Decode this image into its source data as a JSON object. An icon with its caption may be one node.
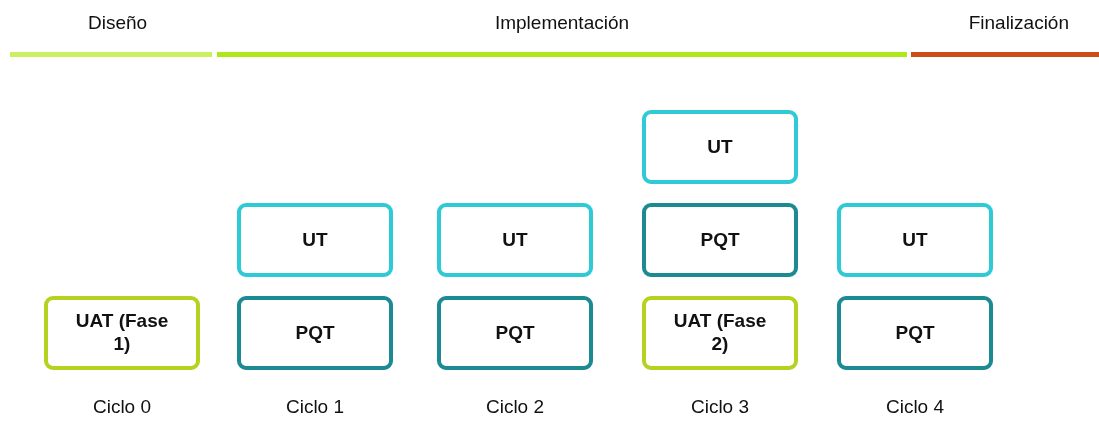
{
  "diagram": {
    "nodes": [
      {
        "text": [
          "Diseño"
        ]
      },
      {
        "text": [
          "Implementación"
        ]
      },
      {
        "text": [
          "Finalización"
        ]
      },
      {
        "text": [
          "UT"
        ]
      },
      {
        "text": [
          "UT"
        ]
      },
      {
        "text": [
          "UT"
        ]
      },
      {
        "text": [
          "PQT"
        ]
      },
      {
        "text": [
          "UT"
        ]
      },
      {
        "text": [
          "UAT (Fase 1)"
        ]
      },
      {
        "text": [
          "PQT"
        ]
      },
      {
        "text": [
          "PQT"
        ]
      },
      {
        "text": [
          "UAT (Fase 2)"
        ]
      },
      {
        "text": [
          "PQT"
        ]
      }
    ],
    "labels": [
      "Ciclo 0",
      "Ciclo 1",
      "Ciclo 2",
      "Ciclo 3",
      "Ciclo 4"
    ]
  }
}
